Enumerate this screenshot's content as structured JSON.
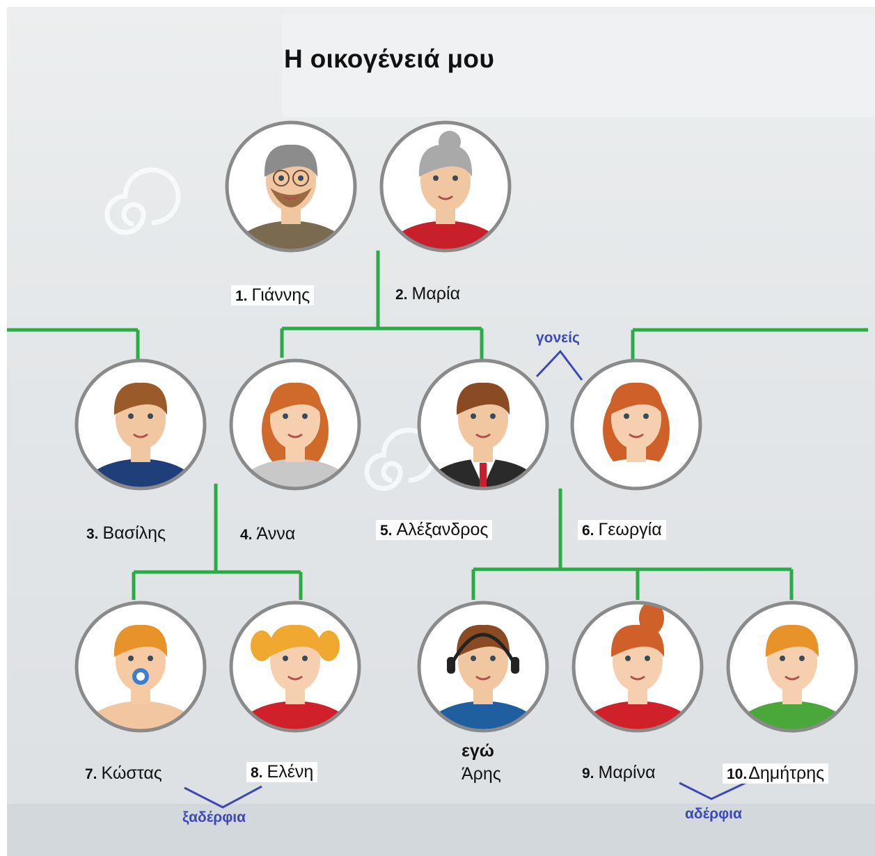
{
  "title": "Η οικογένειά μου",
  "members": [
    {
      "number": "1.",
      "name": "Γιάννης"
    },
    {
      "number": "2.",
      "name": "Μαρία"
    },
    {
      "number": "3.",
      "name": "Βασίλης"
    },
    {
      "number": "4.",
      "name": "Άννα"
    },
    {
      "number": "5.",
      "name": "Αλέξανδρος"
    },
    {
      "number": "6.",
      "name": "Γεωργία"
    },
    {
      "number": "7.",
      "name": "Κώστας"
    },
    {
      "number": "8.",
      "name": "Ελένη"
    },
    {
      "number": "",
      "name": "Άρης",
      "prefix": "εγώ"
    },
    {
      "number": "9.",
      "name": "Μαρίνα"
    },
    {
      "number": "10.",
      "name": "Δημήτρης"
    }
  ],
  "annotations": {
    "parents": "γονείς",
    "cousins": "ξαδέρφια",
    "siblings": "αδέρφια"
  },
  "colors": {
    "tree_lines": "#2aab46",
    "annotation": "#3b49b8",
    "portrait_ring": "#8a8a8a"
  }
}
